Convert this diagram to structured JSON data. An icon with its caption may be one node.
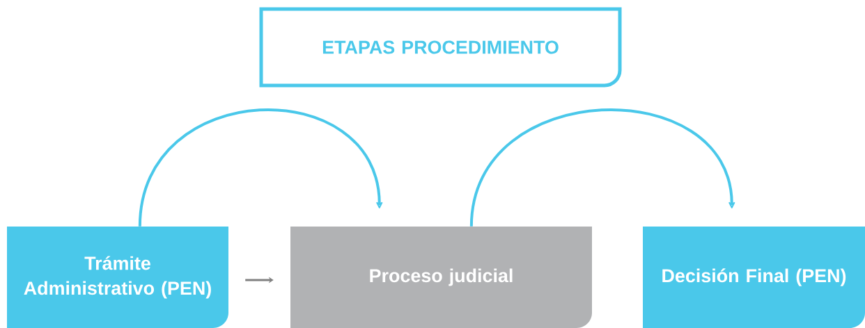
{
  "diagram": {
    "nodes": [
      {
        "text": [
          "ETAPAS PROCEDIMIENTO"
        ]
      },
      {
        "text": [
          "Trámite Administrativo (PEN)"
        ]
      },
      {
        "text": [
          "Proceso judicial"
        ]
      },
      {
        "text": [
          "Decisión Final (PEN)"
        ]
      }
    ],
    "edges": [
      {
        "from": 1,
        "to": 2,
        "arrow": "to"
      },
      {
        "from": 1,
        "to": 2,
        "arrow": "to",
        "color": "#808080"
      },
      {
        "from": 2,
        "to": 3,
        "arrow": "to"
      }
    ]
  }
}
